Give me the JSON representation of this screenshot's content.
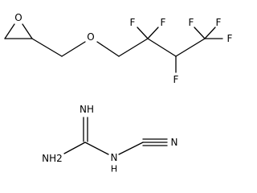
{
  "molecules": [
    {
      "atoms": [
        {
          "id": "o_epoxide",
          "label": "O"
        },
        {
          "id": "o_ether",
          "label": "O"
        },
        {
          "id": "f_c2a",
          "label": "F"
        },
        {
          "id": "f_c2b",
          "label": "F"
        },
        {
          "id": "f_c3",
          "label": "F"
        },
        {
          "id": "f_c4a",
          "label": "F"
        },
        {
          "id": "f_c4b",
          "label": "F"
        },
        {
          "id": "f_c4c",
          "label": "F"
        }
      ]
    },
    {
      "atoms": [
        {
          "id": "n_imine",
          "label": "NH"
        },
        {
          "id": "n_amine",
          "label": "NH2"
        },
        {
          "id": "n_bridge",
          "label": "N"
        },
        {
          "id": "n_bridge_h",
          "label": "H"
        },
        {
          "id": "n_nitrile",
          "label": "N"
        }
      ]
    }
  ]
}
